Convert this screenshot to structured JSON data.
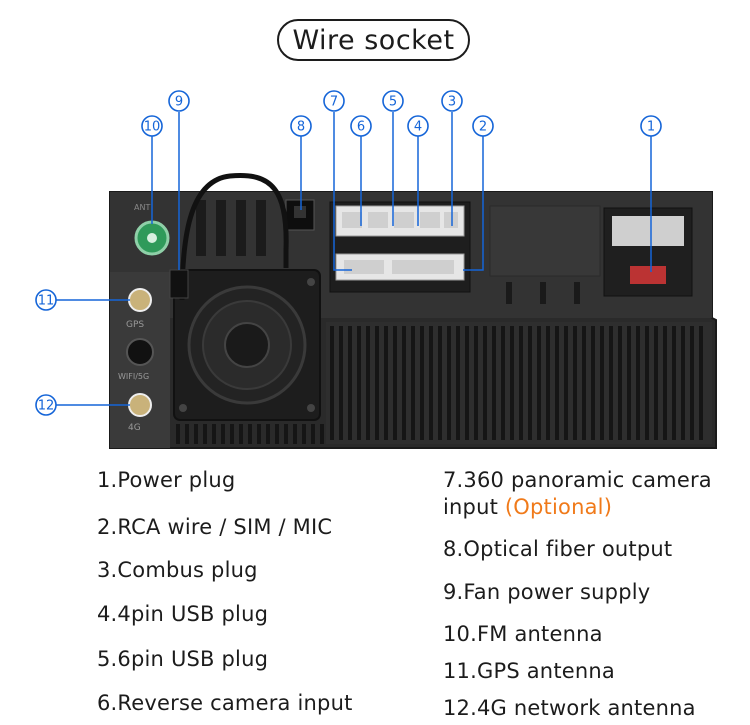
{
  "title": "Wire socket",
  "colors": {
    "accent": "#1565d8",
    "optional": "#f07a1a",
    "device": "#262626"
  },
  "device": {
    "port_labels": [
      "ANT",
      "GPS",
      "WIFI/5G",
      "4G"
    ]
  },
  "callouts": [
    "1",
    "2",
    "3",
    "4",
    "5",
    "6",
    "7",
    "8",
    "9",
    "10",
    "11",
    "12"
  ],
  "legend": {
    "left": [
      "1.Power plug",
      "2.RCA wire / SIM / MIC",
      "3.Combus plug",
      "4.4pin USB plug",
      "5.6pin USB plug",
      "6.Reverse camera input"
    ],
    "right": {
      "item7_line1": "7.360 panoramic camera",
      "item7_line2": "input ",
      "item7_optional": "(Optional)",
      "items": [
        "8.Optical fiber output",
        "9.Fan power supply",
        "10.FM antenna",
        "11.GPS antenna",
        "12.4G network antenna"
      ]
    }
  }
}
